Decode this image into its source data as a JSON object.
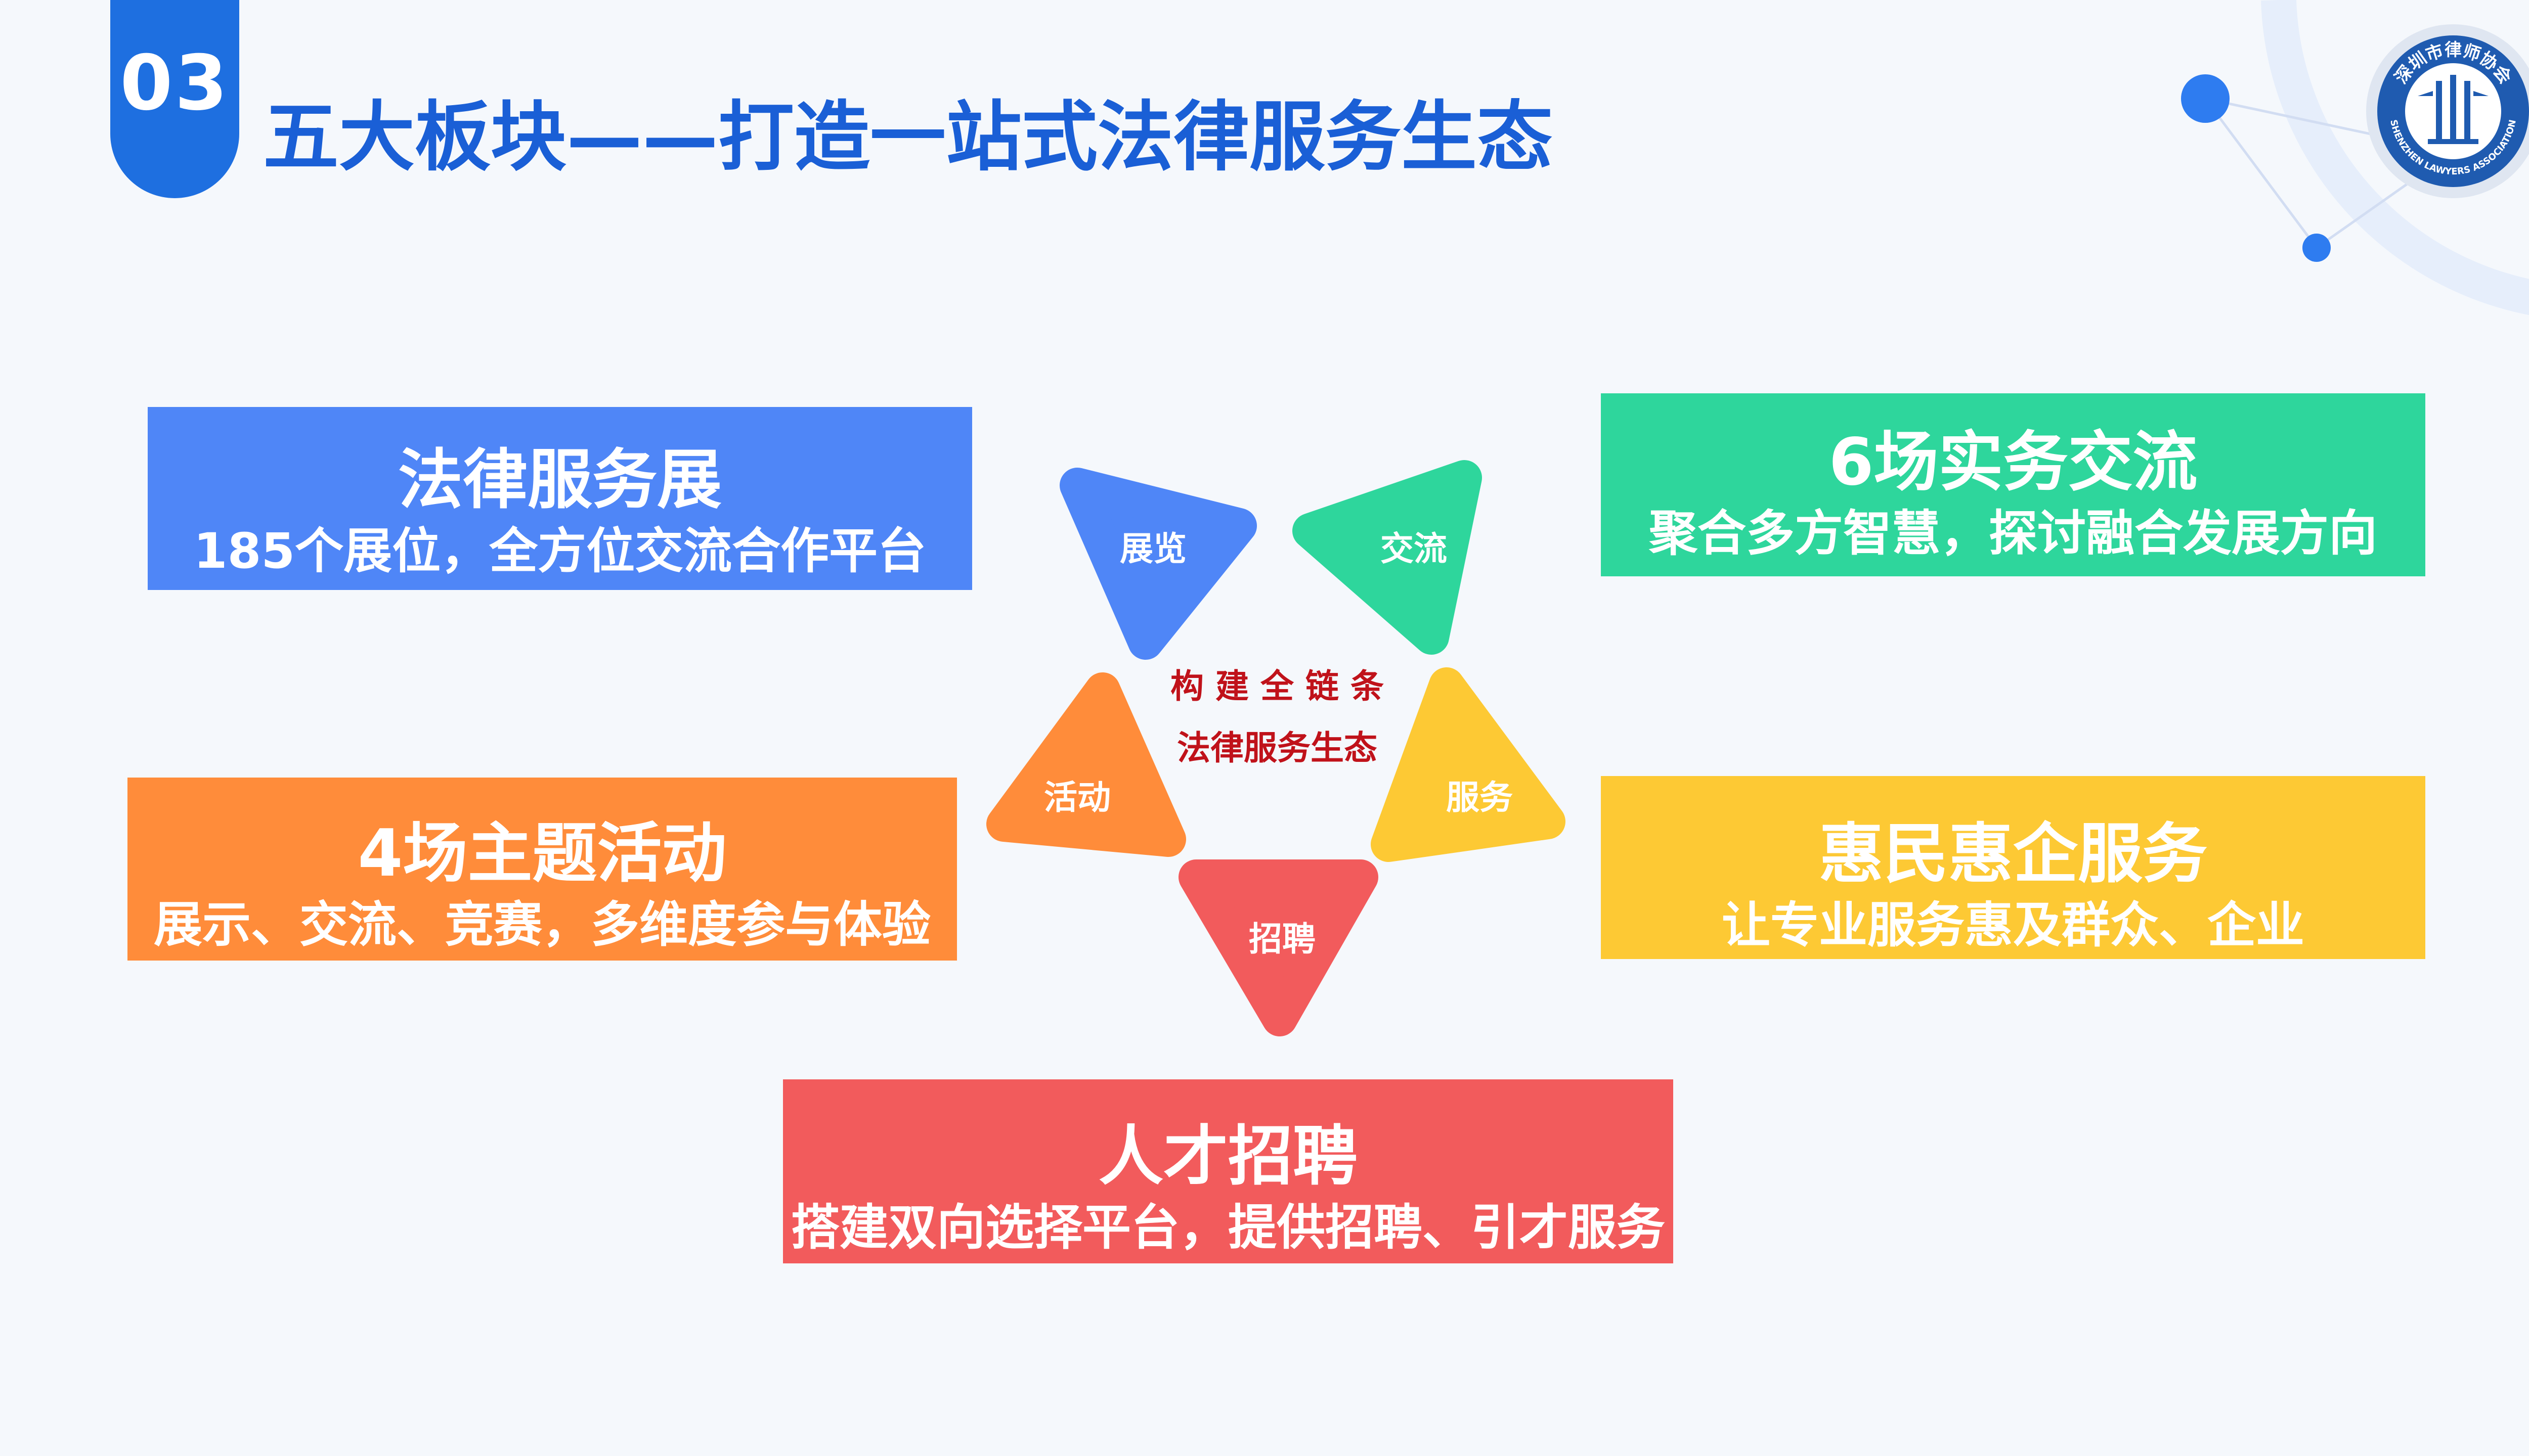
{
  "header": {
    "number": "03",
    "title": "五大板块——打造一站式法律服务生态"
  },
  "colors": {
    "blue": "#4f86f7",
    "green": "#2ed69c",
    "orange": "#ff8c3a",
    "yellow": "#fdc934",
    "red": "#f25b5c",
    "accent": "#1e6fe0"
  },
  "logo": {
    "cn_text": "深圳市律师协会",
    "en_text": "SHENZHEN LAWYERS ASSOCIATION"
  },
  "cards": {
    "exhibition": {
      "title": "法律服务展",
      "subtitle": "185个展位，全方位交流合作平台"
    },
    "exchange": {
      "title": "6场实务交流",
      "subtitle": "聚合多方智慧，探讨融合发展方向"
    },
    "activities": {
      "title": "4场主题活动",
      "subtitle": "展示、交流、竞赛，多维度参与体验"
    },
    "services": {
      "title": "惠民惠企服务",
      "subtitle": "让专业服务惠及群众、企业"
    },
    "recruit": {
      "title": "人才招聘",
      "subtitle": "搭建双向选择平台，提供招聘、引才服务"
    }
  },
  "diagram": {
    "center_line1": "构 建 全 链 条",
    "center_line2": "法律服务生态",
    "segments": {
      "exhibition": "展览",
      "exchange": "交流",
      "services": "服务",
      "recruit": "招聘",
      "activities": "活动"
    }
  }
}
